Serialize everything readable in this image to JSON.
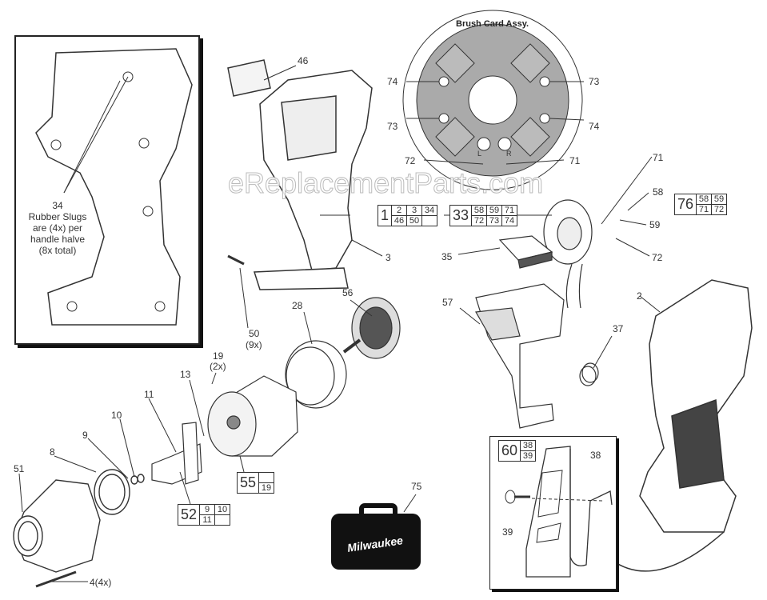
{
  "watermark": "eReplacementParts.com",
  "inset_note": {
    "callout": "34",
    "line1": "Rubber Slugs",
    "line2": "are (4x) per",
    "line3": "handle halve",
    "line4": "(8x total)"
  },
  "brush_card": {
    "title": "Brush Card Assy.",
    "callouts": [
      "74",
      "73",
      "73",
      "74",
      "72",
      "71"
    ],
    "terminal_left": "L",
    "terminal_right": "R"
  },
  "callouts": {
    "c46": "46",
    "c3": "3",
    "c50": "50",
    "c50_qty": "(9x)",
    "c28": "28",
    "c56": "56",
    "c35": "35",
    "c57": "57",
    "c71": "71",
    "c58": "58",
    "c59": "59",
    "c72": "72",
    "c2": "2",
    "c37": "37",
    "c19": "19",
    "c19_qty": "(2x)",
    "c13": "13",
    "c11": "11",
    "c10": "10",
    "c9": "9",
    "c8": "8",
    "c51": "51",
    "c4": "4(4x)",
    "c75": "75",
    "c38": "38",
    "c39": "39"
  },
  "kits": [
    {
      "id": "1",
      "items": [
        "2",
        "3",
        "34",
        "46",
        "50",
        ""
      ]
    },
    {
      "id": "33",
      "items": [
        "58",
        "59",
        "71",
        "72",
        "73",
        "74"
      ]
    },
    {
      "id": "76",
      "items": [
        "58",
        "59",
        "71",
        "72"
      ]
    },
    {
      "id": "55",
      "items": [
        "19"
      ]
    },
    {
      "id": "52",
      "items": [
        "9",
        "10",
        "11",
        ""
      ]
    },
    {
      "id": "60",
      "items": [
        "38",
        "39"
      ]
    }
  ],
  "case_brand": "Milwaukee"
}
